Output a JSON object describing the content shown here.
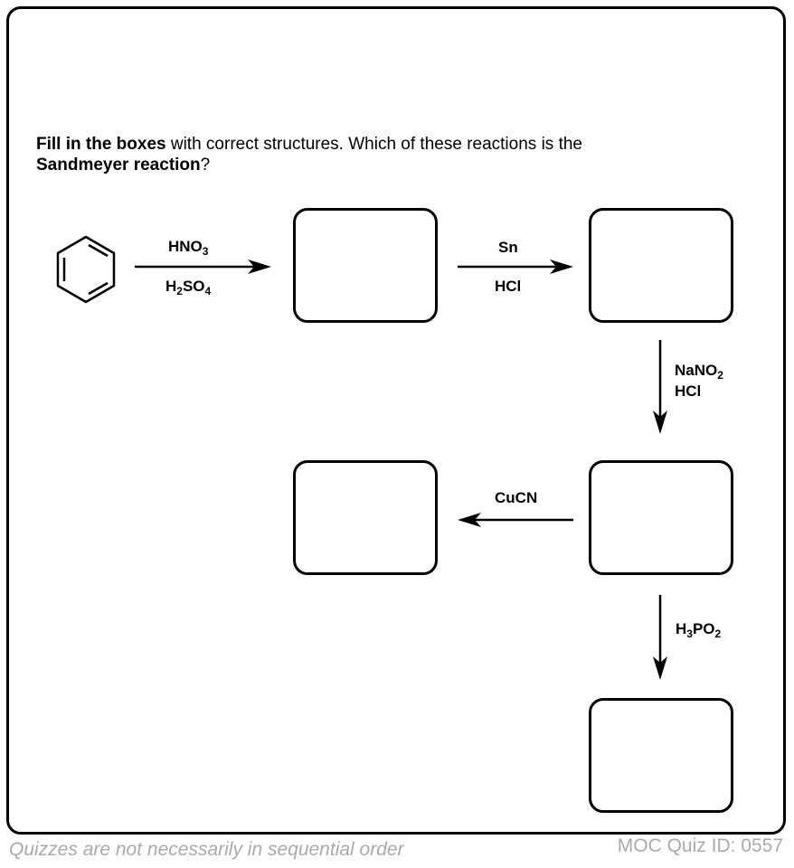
{
  "question": {
    "bold_1": "Fill in the boxes",
    "text_1": " with correct structures. Which of these reactions is the ",
    "bold_2": "Sandmeyer reaction",
    "text_2": "?"
  },
  "starting_material": "benzene",
  "steps": [
    {
      "id": "nitration",
      "above": {
        "main": "HNO",
        "sub": "3"
      },
      "below": {
        "main": "H",
        "sub": "2",
        "rest": "SO",
        "sub2": "4"
      },
      "direction": "right"
    },
    {
      "id": "reduction",
      "above": "Sn",
      "below": "HCl",
      "direction": "right"
    },
    {
      "id": "diazotization",
      "line1": {
        "main": "NaNO",
        "sub": "2"
      },
      "line2": "HCl",
      "direction": "down"
    },
    {
      "id": "sandmeyer",
      "label": "CuCN",
      "direction": "left"
    },
    {
      "id": "deamination",
      "label": {
        "main": "H",
        "sub": "3",
        "rest": "PO",
        "sub2": "2"
      },
      "direction": "down"
    }
  ],
  "answer_boxes": [
    {
      "id": "box-1",
      "content": ""
    },
    {
      "id": "box-2",
      "content": ""
    },
    {
      "id": "box-3",
      "content": ""
    },
    {
      "id": "box-4",
      "content": ""
    },
    {
      "id": "box-5",
      "content": ""
    }
  ],
  "footer": {
    "left": "Quizzes are not necessarily in sequential order",
    "right": "MOC Quiz ID: 0557"
  },
  "colors": {
    "line": "#000000",
    "footer_text": "#aaaaaa"
  }
}
